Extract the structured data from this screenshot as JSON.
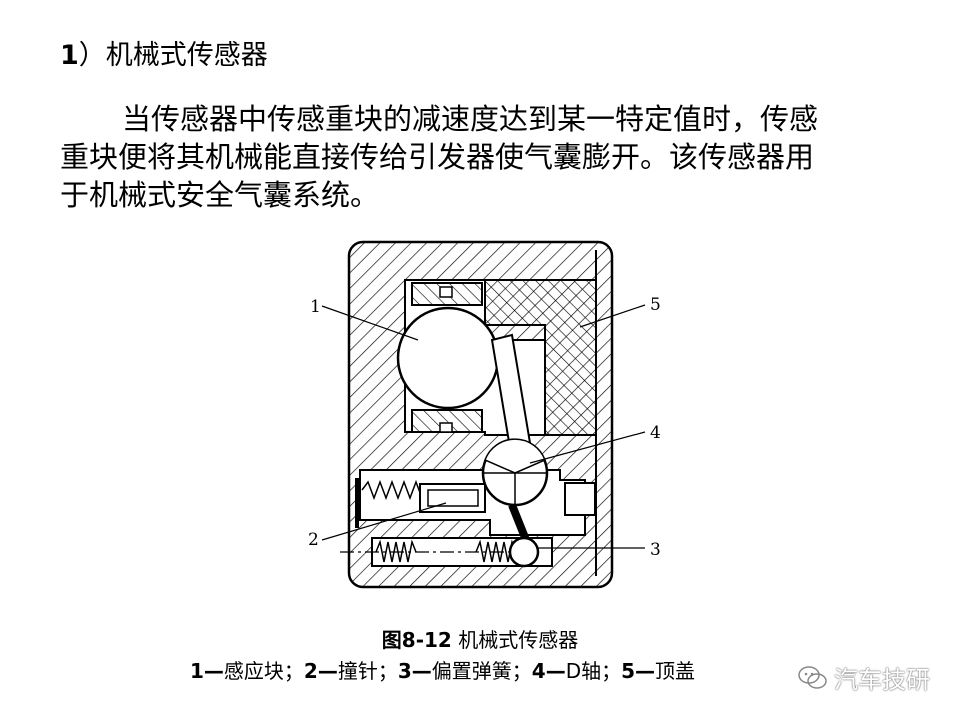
{
  "heading": {
    "number": "1",
    "paren": "）",
    "title": "机械式传感器"
  },
  "paragraph": {
    "line1": "当传感器中传感重块的减速度达到某一特定值时，传感",
    "line2": "重块便将其机械能直接传给引发器使气囊膨开。该传感器用",
    "line3": "于机械式安全气囊系统。"
  },
  "figure": {
    "callouts": [
      "1",
      "2",
      "3",
      "4",
      "5"
    ],
    "caption_prefix": "图8-12",
    "caption_title": " 机械式传感器",
    "legend": [
      {
        "num": "1",
        "text": "感应块"
      },
      {
        "num": "2",
        "text": "撞针"
      },
      {
        "num": "3",
        "text": "偏置弹簧"
      },
      {
        "num": "4",
        "text": "D轴"
      },
      {
        "num": "5",
        "text": "顶盖"
      }
    ],
    "dash": "—",
    "separator": "；"
  },
  "watermark": {
    "text": "汽车技研",
    "icon": "wechat-icon"
  }
}
